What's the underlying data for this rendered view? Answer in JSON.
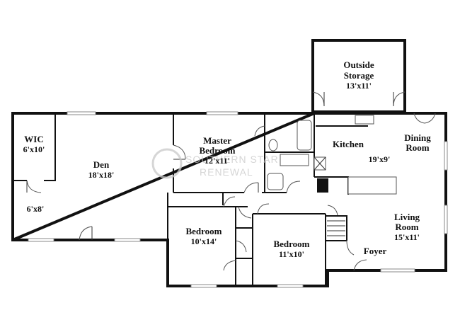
{
  "rooms": {
    "outside_storage": {
      "name_line1": "Outside",
      "name_line2": "Storage",
      "dim": "13'x11'"
    },
    "wic": {
      "name": "WIC",
      "dim": "6'x10'"
    },
    "den": {
      "name": "Den",
      "dim": "18'x18'"
    },
    "closet": {
      "dim": "6'x8'"
    },
    "master_bedroom": {
      "name_line1": "Master",
      "name_line2": "Bedroom",
      "dim": "12'x11'"
    },
    "kitchen": {
      "name": "Kitchen",
      "dim": "19'x9'"
    },
    "dining_room": {
      "name_line1": "Dining",
      "name_line2": "Room"
    },
    "living_room": {
      "name_line1": "Living",
      "name_line2": "Room",
      "dim": "15'x11'"
    },
    "bedroom_1": {
      "name": "Bedroom",
      "dim": "10'x14'"
    },
    "bedroom_2": {
      "name": "Bedroom",
      "dim": "11'x10'"
    },
    "foyer": {
      "name": "Foyer"
    }
  },
  "watermark": {
    "line1": "SOUTHERN STAR",
    "line2": "RENEWAL"
  }
}
